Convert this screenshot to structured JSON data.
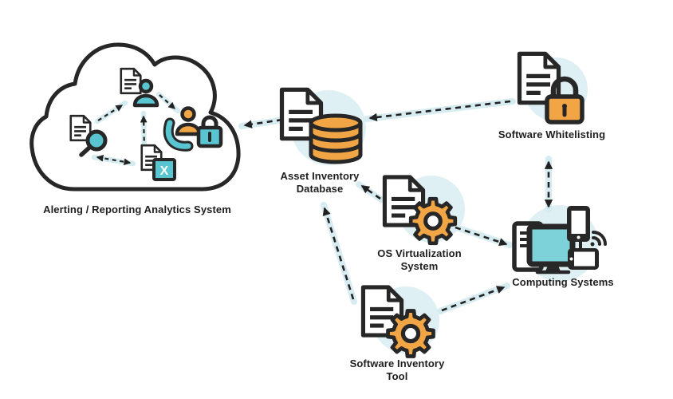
{
  "diagram": {
    "nodes": {
      "alerting": {
        "label": "Alerting / Reporting Analytics System",
        "icons": [
          "cloud-icon",
          "document-icon",
          "person-icon",
          "magnifier-icon",
          "spreadsheet-x-icon",
          "phone-handset-icon",
          "lock-icon"
        ]
      },
      "asset_db": {
        "label": "Asset Inventory\nDatabase",
        "icons": [
          "document-icon",
          "database-icon"
        ]
      },
      "whitelisting": {
        "label": "Software Whitelisting",
        "icons": [
          "document-icon",
          "padlock-icon"
        ]
      },
      "os_virtualization": {
        "label": "OS Virtualization\nSystem",
        "icons": [
          "document-icon",
          "gear-icon"
        ]
      },
      "computing": {
        "label": "Computing Systems",
        "icons": [
          "tower-icon",
          "monitor-icon",
          "smartphone-icon",
          "tablet-icon",
          "wifi-icon"
        ]
      },
      "sw_inventory": {
        "label": "Software Inventory\nTool",
        "icons": [
          "document-icon",
          "gear-icon"
        ]
      }
    },
    "badges": {
      "x_doc": "X"
    },
    "edges": [
      {
        "from": "asset_db",
        "to": "alerting",
        "style": "dashed",
        "heads": "end"
      },
      {
        "from": "whitelisting",
        "to": "asset_db",
        "style": "dashed",
        "heads": "end"
      },
      {
        "from": "os_virtualization",
        "to": "asset_db",
        "style": "dashed",
        "heads": "end"
      },
      {
        "from": "whitelisting",
        "to": "computing",
        "style": "dashed",
        "heads": "both"
      },
      {
        "from": "os_virtualization",
        "to": "computing",
        "style": "dashed",
        "heads": "end"
      },
      {
        "from": "sw_inventory",
        "to": "asset_db",
        "style": "dashed",
        "heads": "end"
      },
      {
        "from": "sw_inventory",
        "to": "computing",
        "style": "dashed",
        "heads": "end"
      }
    ],
    "cloud_edges": [
      {
        "from": "magnifier-doc",
        "to": "person-doc",
        "heads": "end"
      },
      {
        "from": "x-doc",
        "to": "person-doc",
        "heads": "end"
      },
      {
        "from": "person-doc",
        "to": "contact-group",
        "heads": "end"
      },
      {
        "from": "magnifier-doc",
        "to": "x-doc",
        "heads": "both"
      }
    ],
    "colors": {
      "outline": "#272727",
      "orange": "#f2a544",
      "teal": "#58c5d0",
      "screen_teal": "#7dd2da",
      "arrow_underlay": "#d7ecf1",
      "node_halo": "#def0f4"
    }
  }
}
